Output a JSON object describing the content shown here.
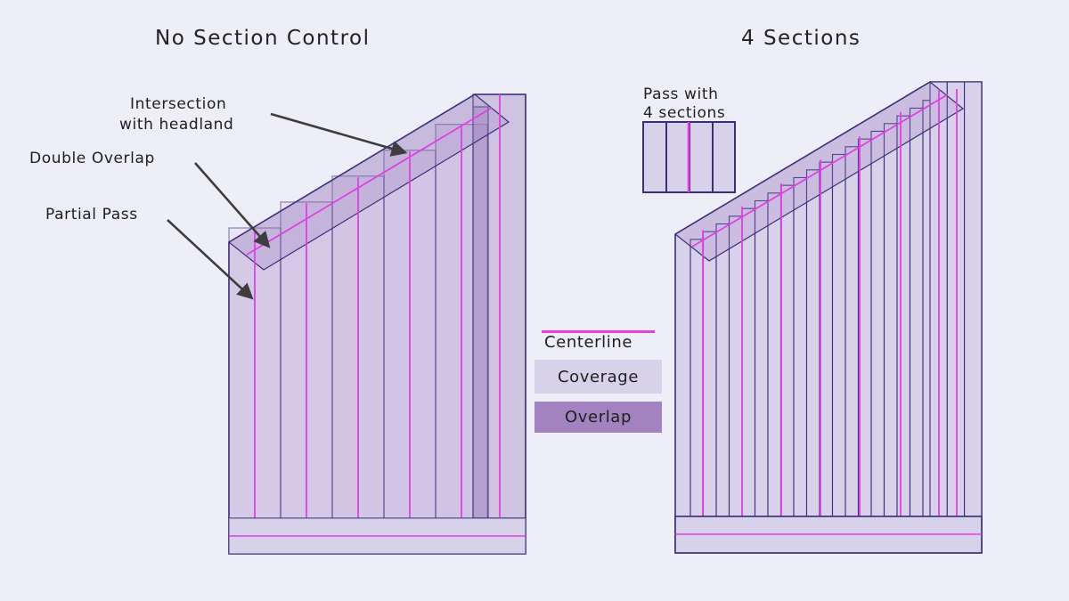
{
  "titles": {
    "left": "No Section Control",
    "right": "4 Sections"
  },
  "annotations": {
    "intersection_line1": "Intersection",
    "intersection_line2": "with headland",
    "double_overlap": "Double Overlap",
    "partial_pass": "Partial Pass",
    "pass_line1": "Pass with",
    "pass_line2": "4 sections"
  },
  "legend": {
    "centerline": "Centerline",
    "coverage": "Coverage",
    "overlap": "Overlap"
  },
  "colors": {
    "background": "#eeeef9",
    "coverage": "#d8d1ea",
    "overlap": "#a283bf",
    "centerline": "#e040e6",
    "outline": "#3b2e7a",
    "arrow": "#3d3d3d"
  }
}
